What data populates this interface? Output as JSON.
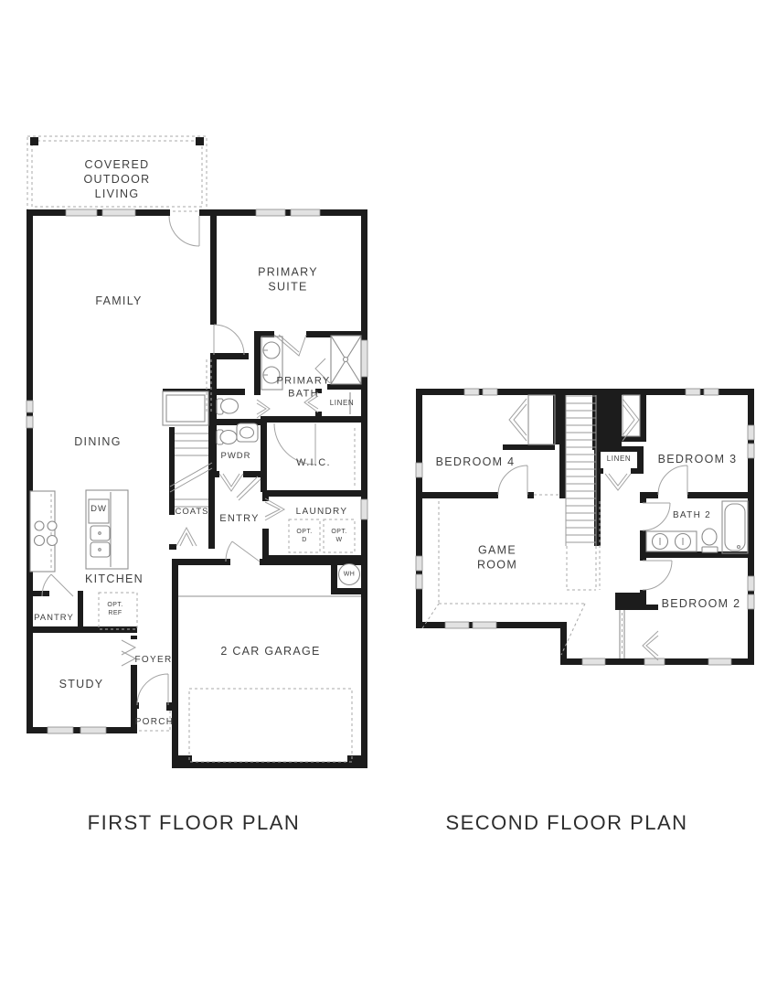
{
  "colors": {
    "wall": "#1c1c1c",
    "line": "#8f8f8f",
    "dash": "#a8a8a8",
    "window": "#e2e2e2",
    "text": "#404040"
  },
  "titles": {
    "first": "FIRST FLOOR PLAN",
    "second": "SECOND FLOOR PLAN"
  },
  "first_floor": {
    "covered_outdoor_living": {
      "l1": "COVERED",
      "l2": "OUTDOOR",
      "l3": "LIVING"
    },
    "family": "FAMILY",
    "primary_suite": {
      "l1": "PRIMARY",
      "l2": "SUITE"
    },
    "primary_bath": {
      "l1": "PRIMARY",
      "l2": "BATH"
    },
    "linen": "LINEN",
    "wic": "W.I.C.",
    "pwdr": "PWDR",
    "dining": "DINING",
    "coats": "COATS",
    "entry": "ENTRY",
    "laundry": "LAUNDRY",
    "opt_d": {
      "l1": "OPT.",
      "l2": "D"
    },
    "opt_w": {
      "l1": "OPT.",
      "l2": "W"
    },
    "dw": "DW",
    "kitchen": "KITCHEN",
    "opt_ref": {
      "l1": "OPT.",
      "l2": "REF"
    },
    "pantry": "PANTRY",
    "foyer": "FOYER",
    "study": "STUDY",
    "porch": "PORCH",
    "garage": "2 CAR GARAGE",
    "wh": "WH"
  },
  "second_floor": {
    "bedroom4": "BEDROOM 4",
    "linen": "LINEN",
    "bedroom3": "BEDROOM 3",
    "bath2": "BATH 2",
    "game_room": {
      "l1": "GAME",
      "l2": "ROOM"
    },
    "bedroom2": "BEDROOM 2"
  }
}
